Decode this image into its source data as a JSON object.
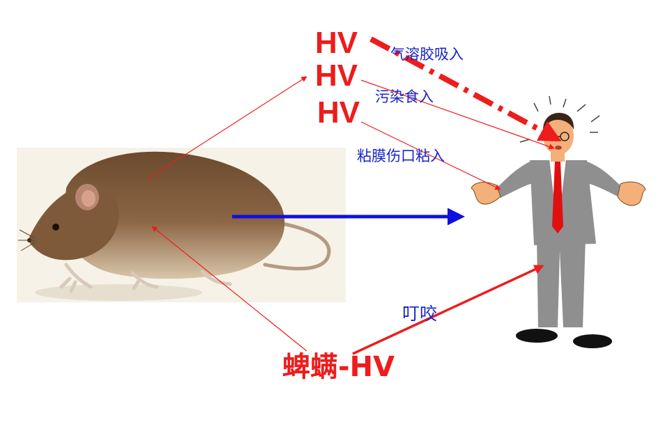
{
  "labels": {
    "virus": [
      "HV",
      "HV",
      "HV"
    ],
    "routes": {
      "aerosol": "气溶胶吸入",
      "food": "污染食入",
      "mucosa": "粘膜伤口粘入",
      "bite": "叮咬"
    },
    "mite": "蜱螨-HV"
  },
  "colors": {
    "red": "#ee1c1c",
    "blue": "#1a24c8",
    "arrow_blue": "#1010e0",
    "rat_fur": "#8a6140",
    "suit": "#8f8f8f",
    "tie": "#e01010",
    "skin": "#f4b07a"
  }
}
